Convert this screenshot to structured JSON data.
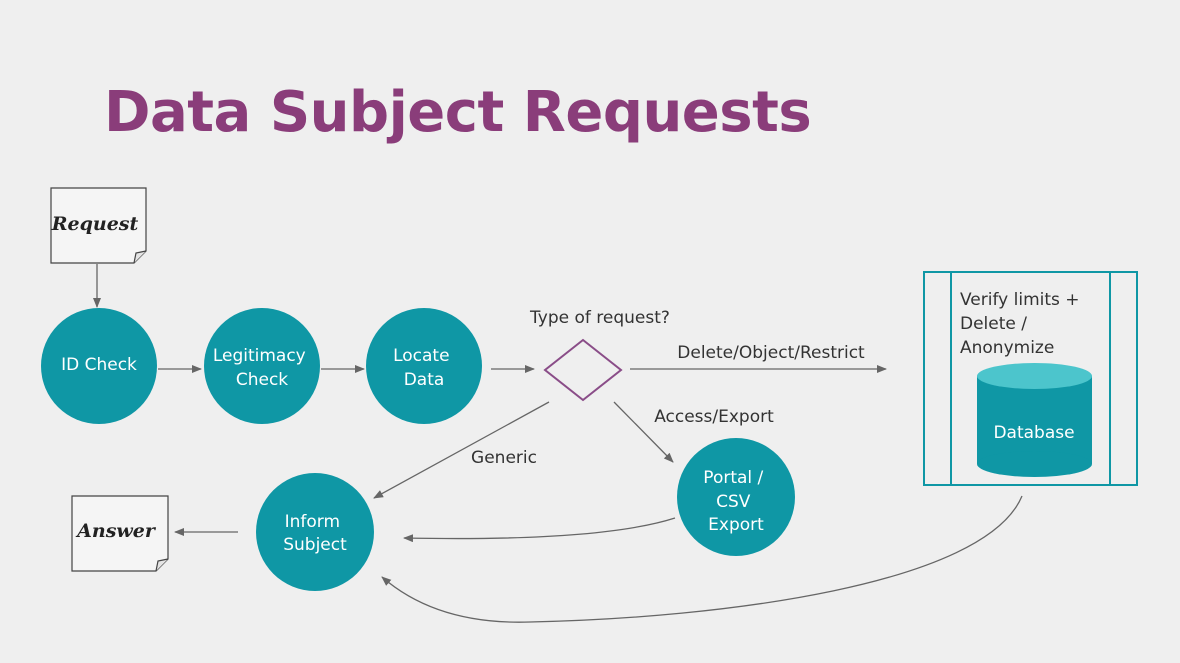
{
  "title": "Data Subject Requests",
  "colors": {
    "title": "#8a3d7a",
    "node": "#0f97a5",
    "decision": "#8a4d88",
    "container": "#0f97a5",
    "database_top": "#4cc5cc",
    "edge": "#666666"
  },
  "nodes": {
    "request": "Request",
    "id_check": "ID Check",
    "legitimacy_check": [
      "Legitimacy",
      "Check"
    ],
    "locate_data": [
      "Locate",
      "Data"
    ],
    "decision": "Type of request?",
    "verify": [
      "Verify limits +",
      "Delete /",
      "Anonymize"
    ],
    "database": "Database",
    "portal": [
      "Portal /",
      "CSV",
      "Export"
    ],
    "inform": [
      "Inform",
      "Subject"
    ],
    "answer": "Answer"
  },
  "edge_labels": {
    "delete": "Delete/Object/Restrict",
    "access": "Access/Export",
    "generic": "Generic"
  }
}
